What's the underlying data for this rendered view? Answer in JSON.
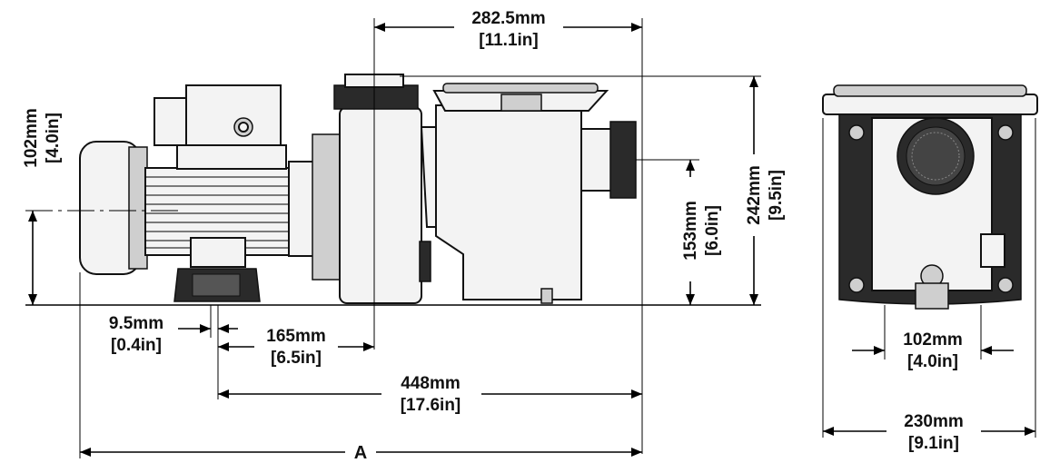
{
  "labels": {
    "top_overall_mm": "282.5mm",
    "top_overall_in": "[11.1in]",
    "left_height_mm": "102mm",
    "left_height_in": "[4.0in]",
    "outlet_height_mm": "153mm",
    "outlet_height_in": "[6.0in]",
    "total_height_mm": "242mm",
    "total_height_in": "[9.5in]",
    "foot_gap_mm": "9.5mm",
    "foot_gap_in": "[0.4in]",
    "foot_to_inlet_mm": "165mm",
    "foot_to_inlet_in": "[6.5in]",
    "foot_to_outlet_mm": "448mm",
    "foot_to_outlet_in": "[17.6in]",
    "overall_length": "A",
    "base_width_mm": "102mm",
    "base_width_in": "[4.0in]",
    "total_width_mm": "230mm",
    "total_width_in": "[9.1in]"
  }
}
